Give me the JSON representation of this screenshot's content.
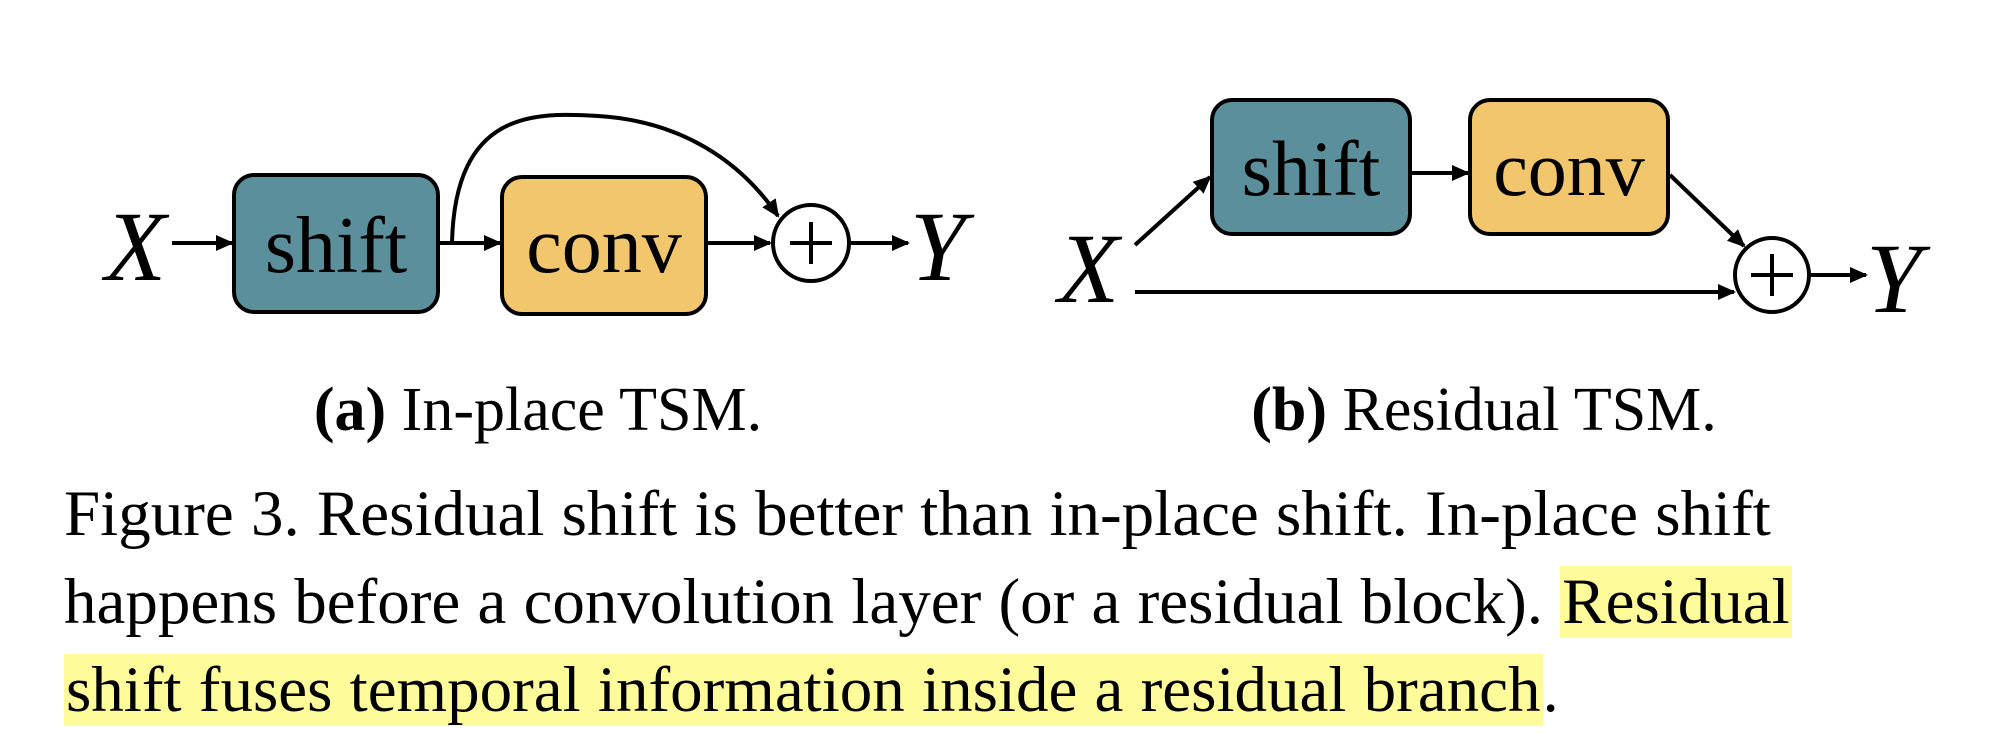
{
  "diagram_a": {
    "input": "X",
    "output": "Y",
    "shift_label": "shift",
    "conv_label": "conv",
    "sub_id": "(a)",
    "sub_text": " In-place TSM."
  },
  "diagram_b": {
    "input": "X",
    "output": "Y",
    "shift_label": "shift",
    "conv_label": "conv",
    "sub_id": "(b)",
    "sub_text": " Residual TSM."
  },
  "caption": {
    "line1": "Figure 3. Residual shift is better than in-place shift. In-place shift",
    "line2_plain": "happens before a convolution layer (or a residual block).",
    "line2_highlight": "Residual",
    "line3_highlight": "shift fuses temporal information inside a residual branch",
    "line3_end": "."
  },
  "colors": {
    "shift_fill": "#5b8f9b",
    "conv_fill": "#f2c66d",
    "highlight": "#fefb9b"
  }
}
